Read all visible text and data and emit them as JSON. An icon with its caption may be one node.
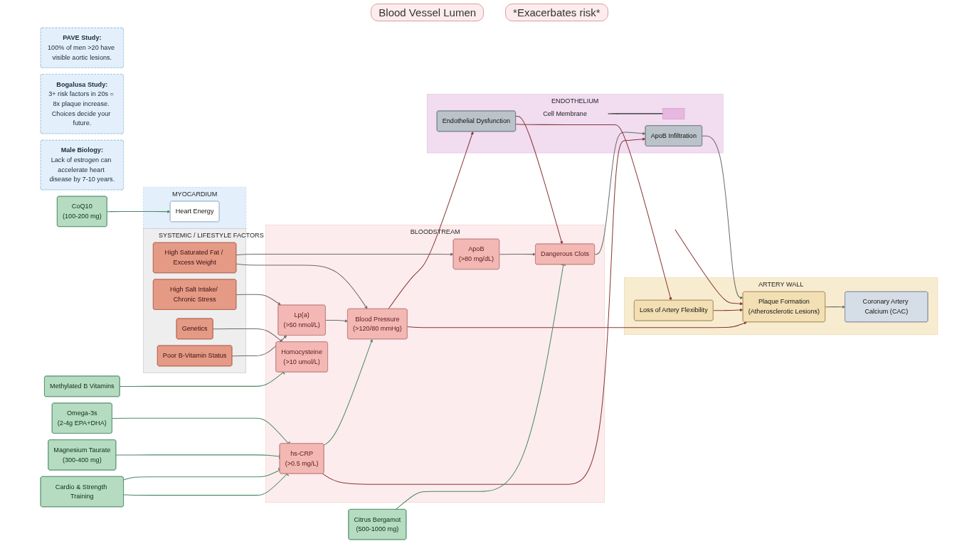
{
  "diagram": {
    "nodes": [
      {
        "text": [
          "SYSTEMIC / LIFESTYLE FACTORS"
        ]
      },
      {
        "text": [
          "High Saturated Fat / Excess Weight"
        ],
        "in": 0
      },
      {
        "text": [
          "High Salt Intake/ Chronic Stress"
        ],
        "in": 0
      },
      {
        "text": [
          "Genetics"
        ],
        "in": 0
      },
      {
        "text": [
          "Poor B-Vitamin Status"
        ],
        "in": 0
      },
      {
        "text": [
          "PAVE Study:",
          "100% of men >20 have visible aortic lesions."
        ]
      },
      {
        "text": [
          "Bogalusa Study:",
          "3+ risk factors in 20s = 8x plaque increase. Choices decide your future."
        ]
      },
      {
        "text": [
          "Male Biology:",
          "Lack of estrogen can accelerate heart disease by 7-10 years."
        ]
      },
      {
        "text": [
          "BLOODSTREAM"
        ]
      },
      {
        "text": [
          "ApoB",
          "(>80 mg/dL)"
        ],
        "in": 8
      },
      {
        "text": [
          "Dangerous Clots"
        ],
        "in": 8
      },
      {
        "text": [
          "Lp(a)",
          "(>50 nmol/L)"
        ],
        "in": 8
      },
      {
        "text": [
          "Blood Pressure",
          "(>120/80 mmHg)"
        ],
        "in": 8
      },
      {
        "text": [
          "hs-CRP",
          "(>0.5 mg/L)"
        ],
        "in": 8
      },
      {
        "text": [
          "Homocysteine",
          "(>10 umol/L)"
        ],
        "in": 8
      },
      {
        "text": [
          "ENDOTHELIUM"
        ]
      },
      {
        "text": [
          "Endothelial Dysfunction"
        ],
        "in": 15
      },
      {
        "text": [
          "ApoB Infiltration"
        ],
        "in": 15
      },
      {
        "text": [
          "Cell Membrane"
        ],
        "in": 15
      },
      {
        "text": [],
        "shape": "box",
        "in": 15
      },
      {
        "text": [
          "ARTERY WALL"
        ]
      },
      {
        "text": [
          "Loss of Artery Flexibility"
        ],
        "in": 20
      },
      {
        "text": [
          "Plaque Formation",
          "(Atherosclerotic Lesions)"
        ],
        "in": 20
      },
      {
        "text": [
          "Coronary Artery Calcium (CAC)"
        ],
        "in": 20
      },
      {
        "text": [
          "Citrus Bergamot",
          "(500-1000 mg)"
        ]
      },
      {
        "text": [
          "Omega-3s",
          "(2-4g EPA+DHA)"
        ]
      },
      {
        "text": [
          "Magnesium Taurate",
          "(300-400 mg)"
        ]
      },
      {
        "text": [
          "Methylated B Vitamins"
        ]
      },
      {
        "text": [
          "Cardio & Strength Training"
        ]
      },
      {
        "text": [
          "CoQ10",
          "(100-200 mg)"
        ]
      },
      {
        "text": [
          "MYOCARDIUM"
        ]
      },
      {
        "text": [
          "Heart Energy"
        ],
        "in": 30
      }
    ],
    "edges": [
      {
        "from": 1,
        "to": 9,
        "arrow": "to"
      },
      {
        "from": 1,
        "to": 12,
        "arrow": "to"
      },
      {
        "from": 2,
        "to": 11,
        "arrow": "to"
      },
      {
        "from": 4,
        "to": 11,
        "arrow": "to"
      },
      {
        "from": 3,
        "to": 14,
        "arrow": "to"
      },
      {
        "from": 11,
        "to": 12,
        "arrow": "to"
      },
      {
        "from": 9,
        "to": 10,
        "arrow": "to"
      },
      {
        "from": 13,
        "to": 12,
        "arrow": "to",
        "color": "#4a8a66"
      },
      {
        "from": 12,
        "to": 16,
        "arrow": "to",
        "color": "#8b3535"
      },
      {
        "from": 12,
        "to": 22,
        "arrow": "to",
        "color": "#8b3535"
      },
      {
        "from": 16,
        "to": 10,
        "arrow": "to",
        "color": "#8b3535"
      },
      {
        "from": 10,
        "to": 17,
        "arrow": "to"
      },
      {
        "from": 13,
        "to": 17,
        "arrow": "to",
        "color": "#8b3535"
      },
      {
        "from": null,
        "to": 22,
        "arrow": "to",
        "color": "#8b3535"
      },
      {
        "from": 18,
        "to": 19,
        "arrow": "none",
        "color": "#222222"
      },
      {
        "from": 16,
        "to": 21,
        "arrow": "to",
        "color": "#8b3535"
      },
      {
        "from": 21,
        "to": 22,
        "arrow": "to",
        "color": "#8b3535"
      },
      {
        "from": 17,
        "to": 22,
        "arrow": "to"
      },
      {
        "from": 22,
        "to": 23,
        "arrow": "to"
      },
      {
        "from": 24,
        "to": 10,
        "arrow": "other",
        "color": "#4a8a66"
      },
      {
        "from": 25,
        "to": 13,
        "arrow": "other",
        "color": "#4a8a66"
      },
      {
        "from": 26,
        "to": 13,
        "arrow": "other",
        "color": "#4a8a66"
      },
      {
        "from": 28,
        "to": 13,
        "arrow": "other",
        "color": "#4a8a66"
      },
      {
        "from": 28,
        "to": 13,
        "arrow": "other",
        "color": "#4a8a66"
      },
      {
        "from": 27,
        "to": 14,
        "arrow": "other",
        "color": "#4a8a66"
      },
      {
        "from": 29,
        "to": 31,
        "arrow": "to",
        "color": "#4a8a66"
      }
    ],
    "labels": [
      "Blood Vessel Lumen",
      "*Exacerbates risk*"
    ]
  }
}
